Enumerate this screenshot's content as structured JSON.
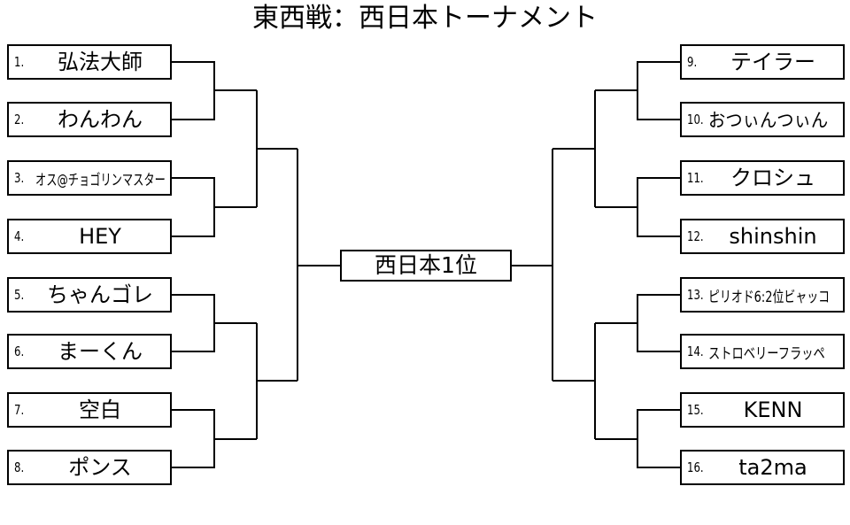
{
  "title": "東西戦：西日本トーナメント",
  "winner": "西日本1位",
  "left_entries": [
    {
      "num": "1.",
      "name": "弘法大師"
    },
    {
      "num": "2.",
      "name": "わんわん"
    },
    {
      "num": "3.",
      "name": "オス@チョゴリンマスター"
    },
    {
      "num": "4.",
      "name": "HEY"
    },
    {
      "num": "5.",
      "name": "ちゃんゴレ"
    },
    {
      "num": "6.",
      "name": "まーくん"
    },
    {
      "num": "7.",
      "name": "空白"
    },
    {
      "num": "8.",
      "name": "ポンス"
    }
  ],
  "right_entries": [
    {
      "num": "9.",
      "name": "テイラー"
    },
    {
      "num": "10.",
      "name": "おつぃんつぃん"
    },
    {
      "num": "11.",
      "name": "クロシュ"
    },
    {
      "num": "12.",
      "name": "shinshin"
    },
    {
      "num": "13.",
      "name": "ピリオド6:2位ビャッコ"
    },
    {
      "num": "14.",
      "name": "ストロベリーフラッペ"
    },
    {
      "num": "15.",
      "name": "KENN"
    },
    {
      "num": "16.",
      "name": "ta2ma"
    }
  ]
}
